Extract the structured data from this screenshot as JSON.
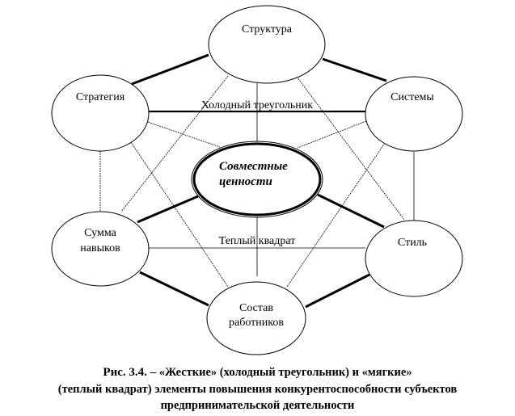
{
  "diagram": {
    "nodes": {
      "structure": "Структура",
      "strategy": "Стратегия",
      "systems": "Системы",
      "skills": [
        "Сумма",
        "навыков"
      ],
      "style": "Стиль",
      "staff": [
        "Состав",
        "работников"
      ],
      "shared_values": [
        "Совместные",
        "ценности"
      ]
    },
    "labels": {
      "cold_triangle": "Холодный треугольник",
      "warm_square": "Теплый квадрат"
    }
  },
  "caption": {
    "prefix": "Рис. 3.4. –",
    "line1": " «Жесткие» (холодный треугольник) и «мягкие»",
    "line2": "(теплый квадрат) элементы повышения  конкурентоспособности субъектов",
    "line3": "предпринимательской деятельности"
  }
}
